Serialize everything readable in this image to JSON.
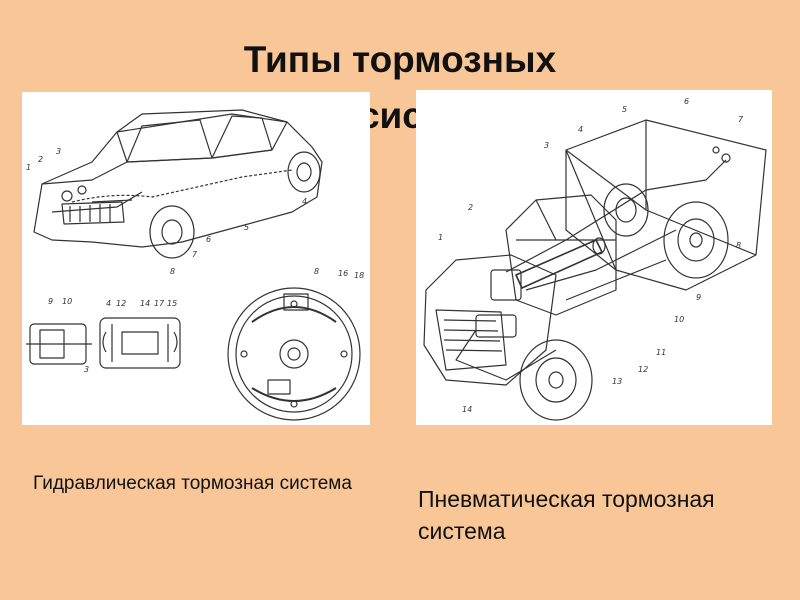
{
  "title": {
    "line1": "Типы тормозных",
    "line2": "сист"
  },
  "captions": {
    "hydraulic": "Гидравлическая тормозная система",
    "pneumatic": "Пневматическая тормозная система"
  },
  "diagrams": {
    "hydraulic": {
      "car_callouts": [
        "1",
        "2",
        "3",
        "4",
        "5",
        "6",
        "7",
        "8"
      ],
      "cylinder_callouts": [
        "9",
        "10",
        "4",
        "12",
        "14",
        "17",
        "15",
        "3"
      ],
      "drum_callouts": [
        "8",
        "16",
        "18"
      ]
    },
    "pneumatic": {
      "callouts": [
        "1",
        "2",
        "3",
        "4",
        "5",
        "6",
        "7",
        "8",
        "9",
        "10",
        "11",
        "12",
        "13",
        "14"
      ]
    }
  },
  "colors": {
    "background": "#f9c698",
    "panel": "#ffffff",
    "ink": "#333333"
  }
}
